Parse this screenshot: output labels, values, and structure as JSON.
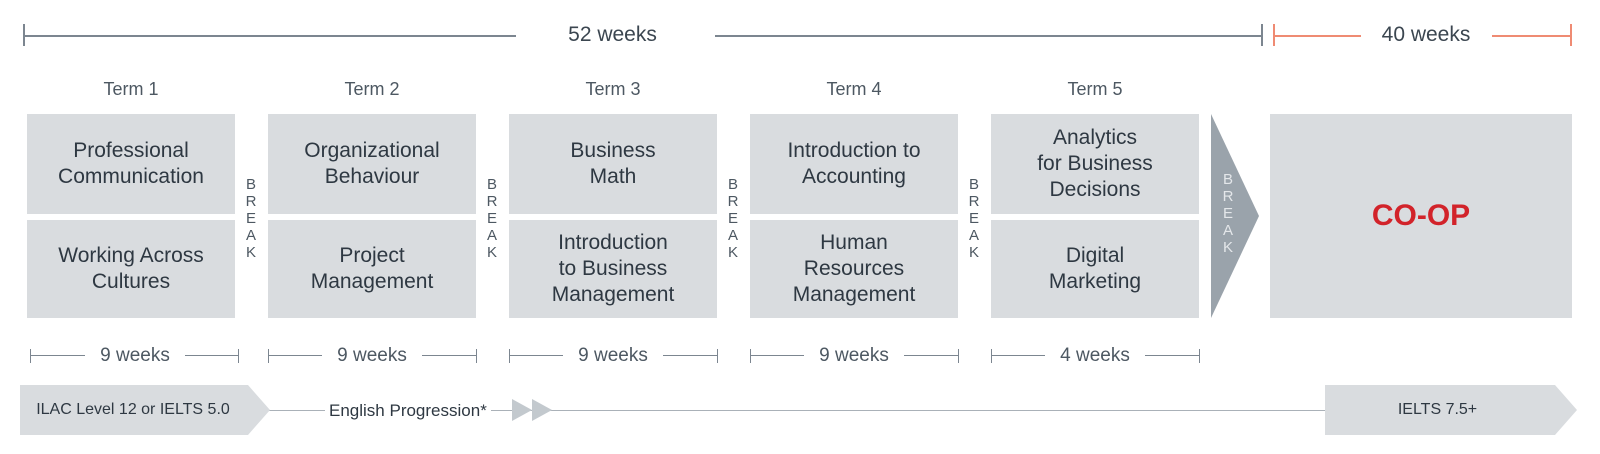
{
  "timeline": {
    "main_span": "52 weeks",
    "coop_span": "40 weeks"
  },
  "terms": [
    {
      "label": "Term 1",
      "courses": [
        "Professional Communication",
        "Working Across Cultures"
      ],
      "duration": "9 weeks"
    },
    {
      "label": "Term 2",
      "courses": [
        "Organizational Behaviour",
        "Project Management"
      ],
      "duration": "9 weeks"
    },
    {
      "label": "Term 3",
      "courses": [
        "Business Math",
        "Introduction to Business Management"
      ],
      "duration": "9 weeks"
    },
    {
      "label": "Term 4",
      "courses": [
        "Introduction to Accounting",
        "Human Resources Management"
      ],
      "duration": "9 weeks"
    },
    {
      "label": "Term 5",
      "courses": [
        "Analytics for Business Decisions",
        "Digital Marketing"
      ],
      "duration": "4 weeks"
    }
  ],
  "course_lines": {
    "t1c1": "Professional\nCommunication",
    "t1c2": "Working Across\nCultures",
    "t2c1": "Organizational\nBehaviour",
    "t2c2": "Project\nManagement",
    "t3c1": "Business\nMath",
    "t3c2": "Introduction\nto Business\nManagement",
    "t4c1": "Introduction to\nAccounting",
    "t4c2": "Human\nResources\nManagement",
    "t5c1": "Analytics\nfor Business\nDecisions",
    "t5c2": "Digital\nMarketing"
  },
  "break_label": "BREAK",
  "coop_label": "CO-OP",
  "english": {
    "start_level": "ILAC Level 12 or IELTS 5.0",
    "progression_label": "English Progression*",
    "end_level": "IELTS 7.5+"
  },
  "colors": {
    "box_fill": "#d9dcdf",
    "timeline_grey": "#7c8690",
    "timeline_coral": "#ef8b73",
    "coop_red": "#d2232a",
    "break_arrow": "#9aa3ab"
  }
}
